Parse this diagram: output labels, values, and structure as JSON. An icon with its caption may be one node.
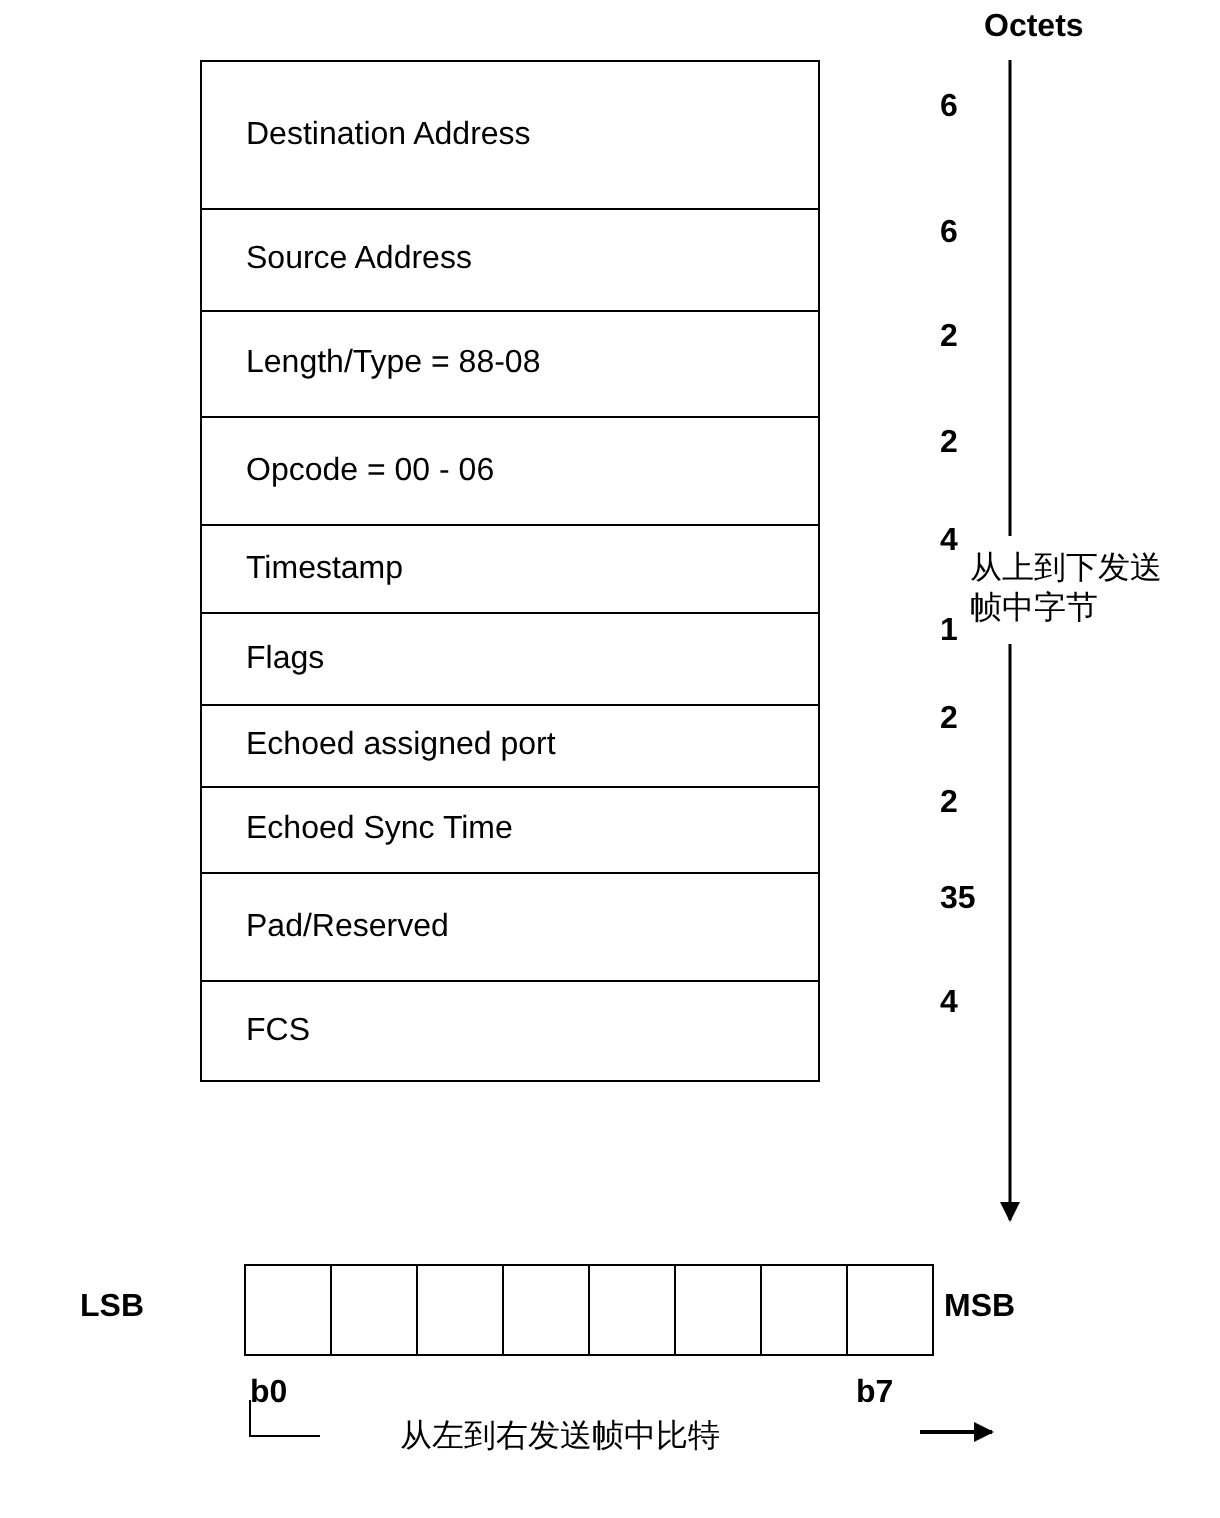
{
  "diagram": {
    "nodes": [
      {
        "text": [
          "Destination Address"
        ],
        "beside": [
          "6"
        ]
      },
      {
        "text": [
          "Source Address"
        ],
        "beside": [
          "6"
        ]
      },
      {
        "text": [
          "Length/Type = 88-08"
        ],
        "beside": [
          "2"
        ]
      },
      {
        "text": [
          "Opcode = 00 - 06"
        ],
        "beside": [
          "2"
        ]
      },
      {
        "text": [
          "Timestamp"
        ],
        "beside": [
          "4"
        ]
      },
      {
        "text": [
          "Flags"
        ],
        "beside": [
          "1"
        ]
      },
      {
        "text": [
          "Echoed assigned port"
        ],
        "beside": [
          "2"
        ]
      },
      {
        "text": [
          "Echoed Sync Time"
        ],
        "beside": [
          "2"
        ]
      },
      {
        "text": [
          "Pad/Reserved"
        ],
        "beside": [
          "35"
        ]
      },
      {
        "text": [
          "FCS"
        ],
        "beside": [
          "4"
        ]
      },
      {
        "text": [],
        "shape": "box"
      },
      {
        "text": [],
        "shape": "box"
      },
      {
        "text": [],
        "shape": "box"
      },
      {
        "text": [],
        "shape": "box"
      },
      {
        "text": [],
        "shape": "box"
      },
      {
        "text": [],
        "shape": "box"
      },
      {
        "text": [],
        "shape": "box"
      },
      {
        "text": [],
        "shape": "box"
      }
    ],
    "edges": [],
    "labels": [
      "Octets",
      "从上到下发送帧中字节",
      "LSB",
      "MSB",
      "b0",
      "b7",
      "从左到右发送帧中比特"
    ]
  }
}
